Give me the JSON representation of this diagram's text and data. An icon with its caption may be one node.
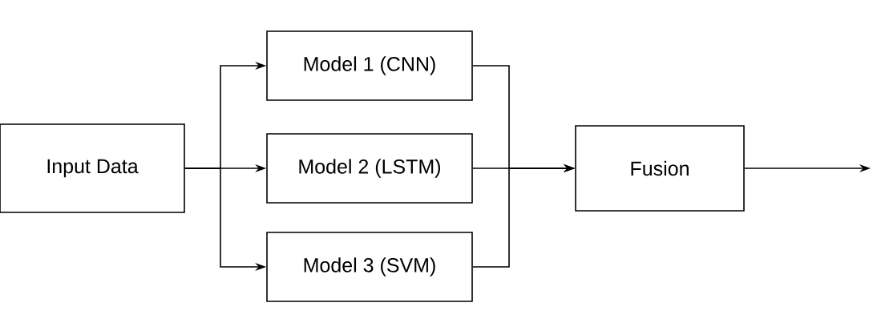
{
  "diagram": {
    "nodes": [
      {
        "text": [
          "Input Data"
        ]
      },
      {
        "text": [
          "Model 1 (CNN)"
        ]
      },
      {
        "text": [
          "Model 2 (LSTM)"
        ]
      },
      {
        "text": [
          "Model 3 (SVM)"
        ]
      },
      {
        "text": [
          "Fusion"
        ]
      }
    ],
    "edges": [
      {
        "from": 0,
        "to": 1,
        "arrow": "to"
      },
      {
        "from": 0,
        "to": 2,
        "arrow": "to"
      },
      {
        "from": 0,
        "to": 3,
        "arrow": "to"
      },
      {
        "from": 1,
        "to": 4,
        "arrow": "to"
      },
      {
        "from": 2,
        "to": 4,
        "arrow": "to"
      },
      {
        "from": 3,
        "to": 4,
        "arrow": "to"
      },
      {
        "from": 4,
        "to": null,
        "arrow": "to"
      }
    ]
  }
}
